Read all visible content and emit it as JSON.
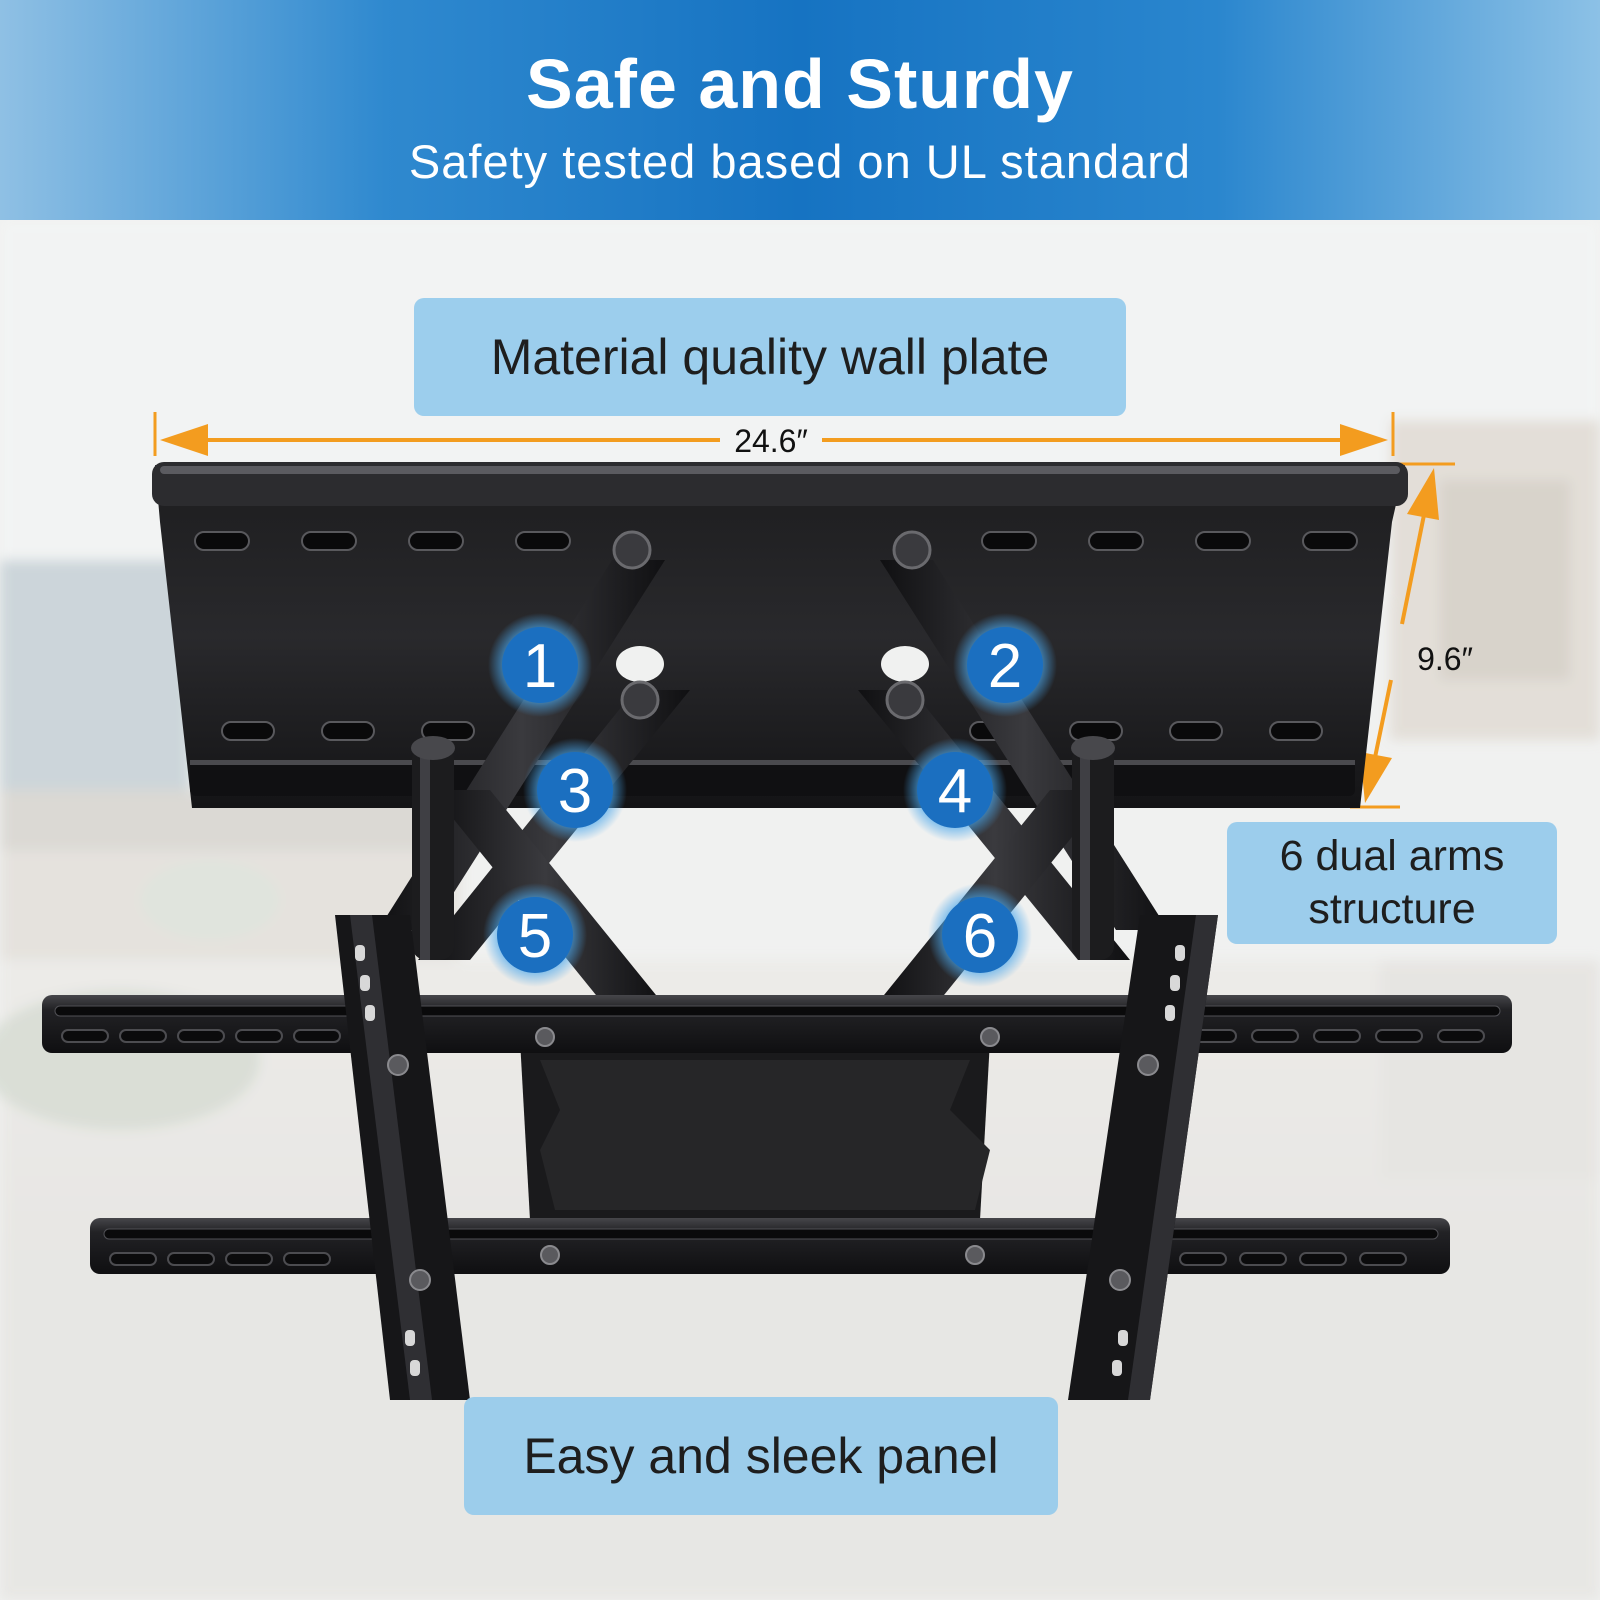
{
  "banner": {
    "title": "Safe and Sturdy",
    "subtitle": "Safety tested based on UL standard"
  },
  "callouts": {
    "wall_plate": "Material quality wall plate",
    "arms": {
      "line1": "6 dual arms",
      "line2": "structure"
    },
    "panel": "Easy and sleek panel"
  },
  "dimensions": {
    "width": "24.6″",
    "height": "9.6″"
  },
  "arm_badges": [
    "1",
    "2",
    "3",
    "4",
    "5",
    "6"
  ],
  "colors": {
    "banner_blue": "#1673c2",
    "callout_blue": "#96caec",
    "dimension_orange": "#f39c1f",
    "badge_blue": "#1b6fc0",
    "mount_black": "#1b1b1d"
  }
}
